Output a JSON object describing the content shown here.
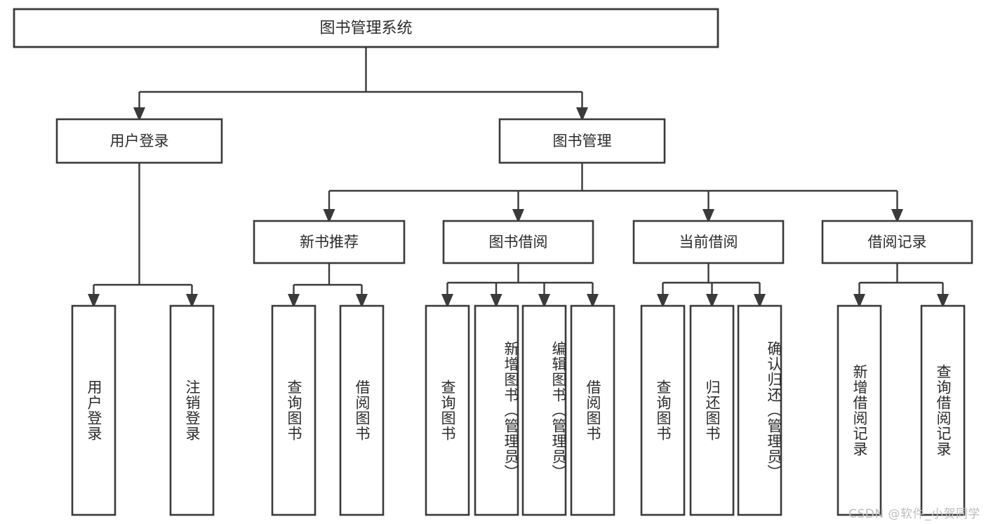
{
  "diagram": {
    "type": "tree-hierarchy-flowchart",
    "title_text": "图书管理系统",
    "colors": {
      "box_stroke": "#3a3a3a",
      "box_fill": "#ffffff",
      "link": "#3a3a3a",
      "text": "#2b2b2b",
      "background": "#ffffff",
      "watermark": "#bdbdbd"
    },
    "root": {
      "id": "root",
      "label": "图书管理系统"
    },
    "level2": [
      {
        "id": "user-login",
        "label": "用户登录"
      },
      {
        "id": "book-manage",
        "label": "图书管理"
      }
    ],
    "level3": [
      {
        "id": "new-book-recommend",
        "label": "新书推荐",
        "parent": "book-manage"
      },
      {
        "id": "book-borrow",
        "label": "图书借阅",
        "parent": "book-manage"
      },
      {
        "id": "current-borrow",
        "label": "当前借阅",
        "parent": "book-manage"
      },
      {
        "id": "borrow-record",
        "label": "借阅记录",
        "parent": "book-manage"
      }
    ],
    "leaves": [
      {
        "id": "leaf-user-login",
        "label": "用户登录",
        "parent": "user-login"
      },
      {
        "id": "leaf-user-logout",
        "label": "注销登录",
        "parent": "user-login"
      },
      {
        "id": "leaf-query-book-rec",
        "label": "查询图书",
        "parent": "new-book-recommend"
      },
      {
        "id": "leaf-borrow-book-rec",
        "label": "借阅图书",
        "parent": "new-book-recommend"
      },
      {
        "id": "leaf-query-book-borrow",
        "label": "查询图书",
        "parent": "book-borrow"
      },
      {
        "id": "leaf-add-book-admin",
        "label": "新增图书（管理员）",
        "parent": "book-borrow"
      },
      {
        "id": "leaf-edit-book-admin",
        "label": "编辑图书（管理员）",
        "parent": "book-borrow"
      },
      {
        "id": "leaf-borrow-book",
        "label": "借阅图书",
        "parent": "book-borrow"
      },
      {
        "id": "leaf-query-book-current",
        "label": "查询图书",
        "parent": "current-borrow"
      },
      {
        "id": "leaf-return-book",
        "label": "归还图书",
        "parent": "current-borrow"
      },
      {
        "id": "leaf-confirm-return-admin",
        "label": "确认归还（管理员）",
        "parent": "current-borrow"
      },
      {
        "id": "leaf-add-borrow-record",
        "label": "新增借阅记录",
        "parent": "borrow-record"
      },
      {
        "id": "leaf-query-borrow-record",
        "label": "查询借阅记录",
        "parent": "borrow-record"
      }
    ]
  },
  "watermark": {
    "text": "CSDN @软件_小贺同学"
  }
}
